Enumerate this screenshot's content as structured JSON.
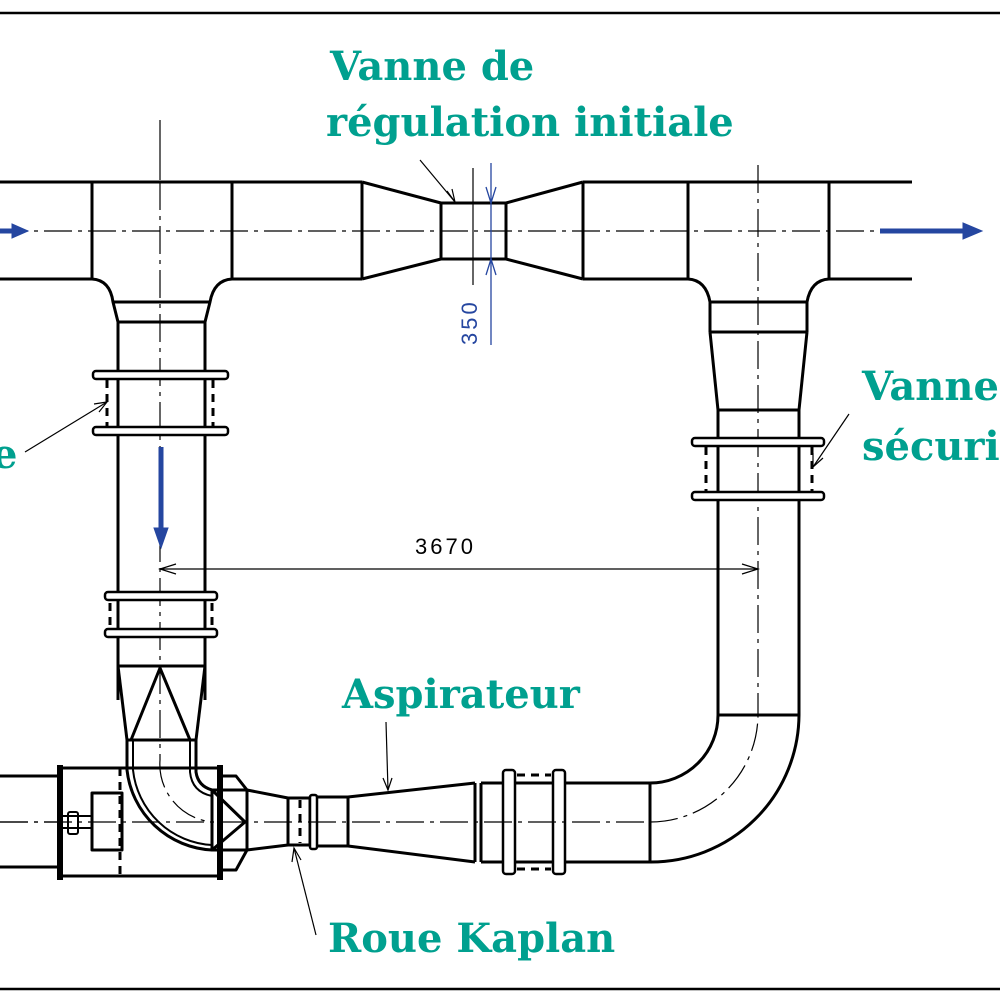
{
  "diagram": {
    "title": "Schéma d'installation turbine Kaplan",
    "labels": {
      "regulation_valve_line1": "Vanne de",
      "regulation_valve_line2": "régulation initiale",
      "safety_valve_line1": "Vanne de",
      "safety_valve_line2": "sécurité",
      "left_valve_fragment": "e",
      "draft_tube": "Aspirateur",
      "kaplan_runner": "Roue Kaplan"
    },
    "dimensions": {
      "throat_diameter": "350",
      "pipe_spacing": "3670"
    },
    "flow_direction": {
      "inlet": "right",
      "downpipe": "down",
      "outlet": "right"
    },
    "colors": {
      "label_text": "#00a08f",
      "flow_arrow": "#2546a0",
      "throat_dimension": "#2546a0",
      "line": "#000000"
    }
  }
}
